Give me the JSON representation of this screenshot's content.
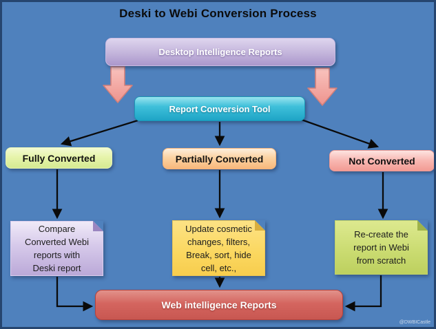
{
  "title": "Deski to Webi Conversion Process",
  "watermark": "@DWBICastle",
  "colors": {
    "background": "#4f81bd",
    "frame_border": "#26456f",
    "connector": "#000000",
    "block_arrow": "#f2a49e",
    "source_box": "#b9a8d6",
    "tool_box": "#2fb4d2",
    "fully_box": "#e3f2a6",
    "partially_box": "#fac489",
    "not_converted_box": "#f5a09a",
    "note_fully": "#cfc0e4",
    "note_partially": "#fbd966",
    "note_not_converted": "#c9d973",
    "target_box": "#cd5a55"
  },
  "nodes": {
    "source": {
      "label": "Desktop Intelligence Reports"
    },
    "tool": {
      "label": "Report Conversion Tool"
    },
    "fully": {
      "label": "Fully Converted"
    },
    "partially": {
      "label": "Partially Converted"
    },
    "not_converted": {
      "label": "Not Converted"
    },
    "note_fully": {
      "lines": [
        "Compare",
        "Converted Webi",
        "reports with",
        "Deski report"
      ]
    },
    "note_partially": {
      "lines": [
        "Update cosmetic",
        "changes, filters,",
        "Break, sort, hide",
        "cell, etc.,"
      ]
    },
    "note_not_converted": {
      "lines": [
        "Re-create the",
        "report in Webi",
        "from scratch"
      ]
    },
    "target": {
      "label": "Web intelligence Reports"
    }
  }
}
